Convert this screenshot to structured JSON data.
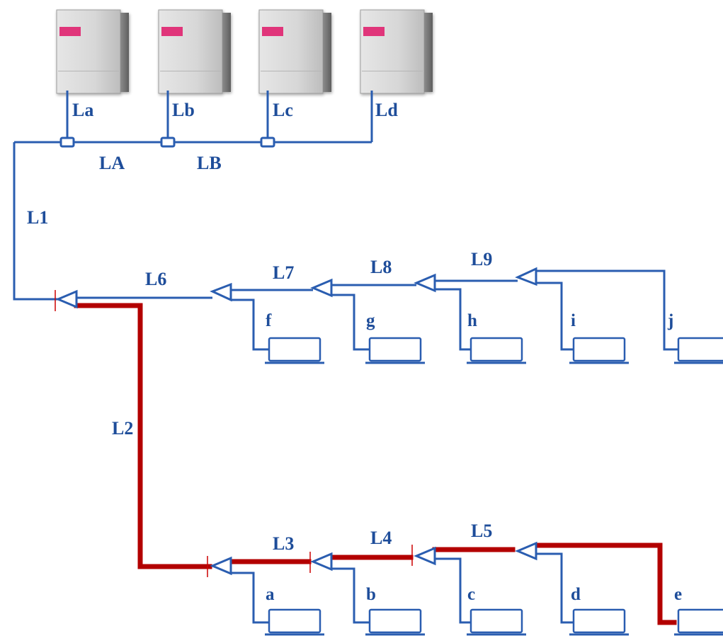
{
  "outdoor_units": [
    {
      "pipe_label": "La"
    },
    {
      "pipe_label": "Lb"
    },
    {
      "pipe_label": "Lc"
    },
    {
      "pipe_label": "Ld"
    }
  ],
  "header_pipes": {
    "LA": "LA",
    "LB": "LB"
  },
  "main_pipes": {
    "L1": "L1",
    "L2": "L2",
    "L3": "L3",
    "L4": "L4",
    "L5": "L5",
    "L6": "L6",
    "L7": "L7",
    "L8": "L8",
    "L9": "L9"
  },
  "indoor_units_upper": [
    "f",
    "g",
    "h",
    "i",
    "j"
  ],
  "indoor_units_lower": [
    "a",
    "b",
    "c",
    "d",
    "e"
  ],
  "colors": {
    "pipe": "#2a5db0",
    "highlight_path": "#b30000",
    "label": "#1e4d9a",
    "brand": "#e0357a"
  }
}
